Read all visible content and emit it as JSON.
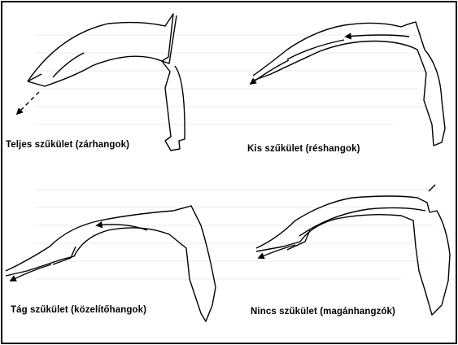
{
  "panels": [
    {
      "caption": "Teljes szűkület (zárhangok)"
    },
    {
      "caption": "Kis szűkület (réshangok)"
    },
    {
      "caption": "Tág szűkület (közelítőhangok)"
    },
    {
      "caption": "Nincs szűkület (magánhangzók)"
    }
  ],
  "colors": {
    "line": "#000000",
    "background": "#ffffff"
  }
}
